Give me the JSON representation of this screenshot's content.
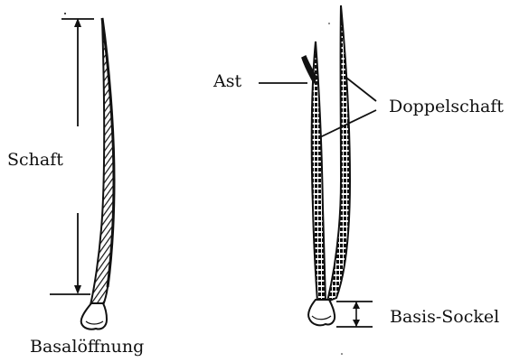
{
  "diagram": {
    "labels": {
      "schaft": "Schaft",
      "basaloeffnung": "Basalöffnung",
      "ast": "Ast",
      "doppelschaft": "Doppelschaft",
      "basis_sockel": "Basis-Sockel"
    },
    "colors": {
      "ink": "#111111",
      "background": "#ffffff"
    }
  }
}
